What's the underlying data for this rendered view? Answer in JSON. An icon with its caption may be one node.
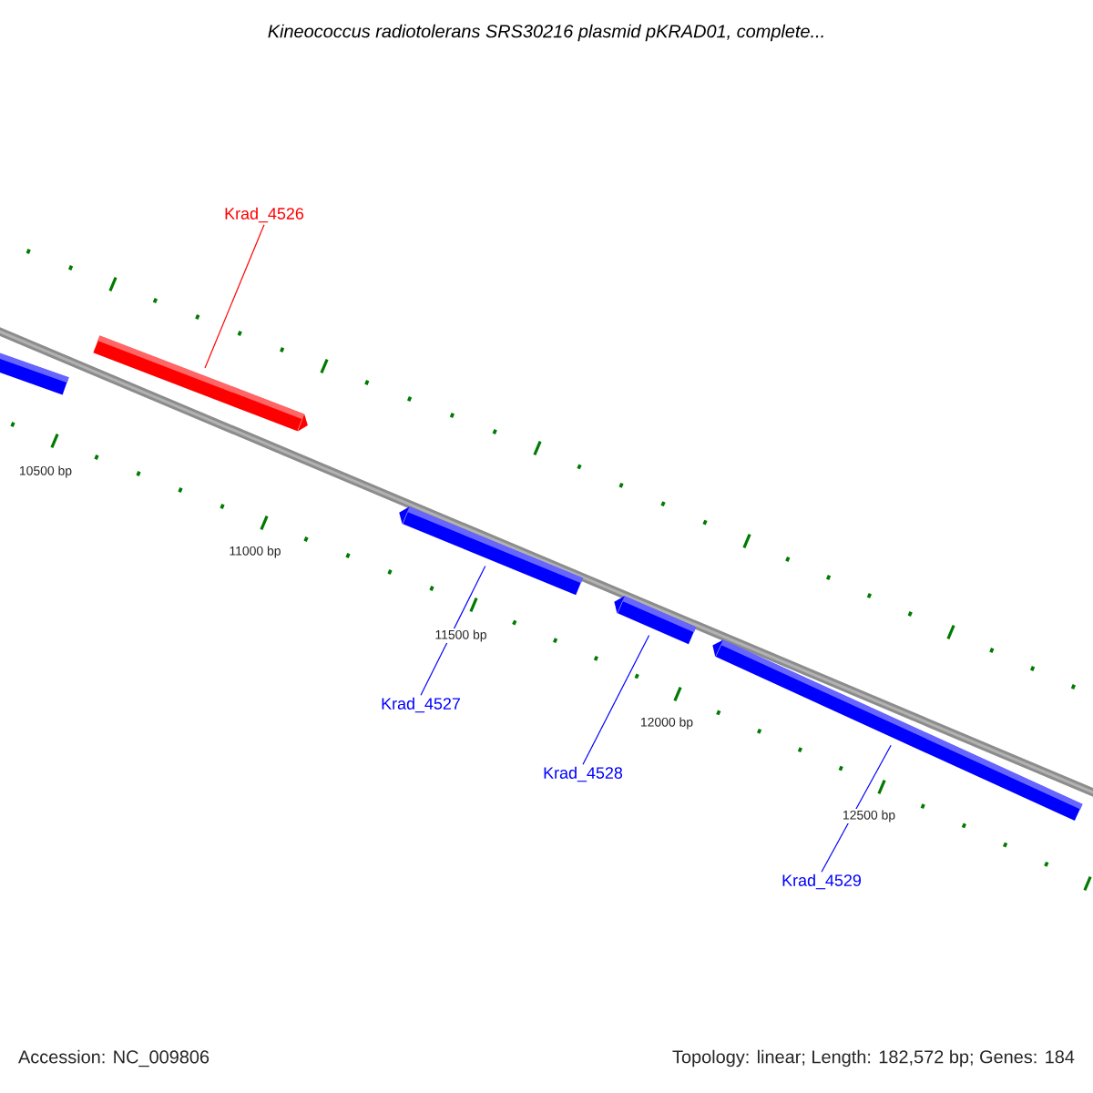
{
  "diagram": {
    "title": "Kineococcus radiotolerans SRS30216 plasmid pKRAD01, complete...",
    "nodes": [
      {
        "text": [],
        "shape": "bar"
      },
      {
        "text": [
          "Krad_4526"
        ]
      },
      {
        "text": [],
        "shape": "bar"
      },
      {
        "text": [],
        "shape": "bar"
      },
      {
        "text": [
          "Krad_4527"
        ]
      },
      {
        "text": [],
        "shape": "bar"
      },
      {
        "text": [
          "Krad_4528"
        ]
      },
      {
        "text": [],
        "shape": "bar"
      },
      {
        "text": [
          "Krad_4529"
        ]
      }
    ],
    "edges": [
      {
        "from": 1,
        "to": 2,
        "arrow": "none",
        "color": "#ff0000"
      },
      {
        "from": 4,
        "to": 3,
        "arrow": "none"
      },
      {
        "from": 6,
        "to": 5,
        "arrow": "none"
      },
      {
        "from": 8,
        "to": 7,
        "arrow": "none"
      }
    ],
    "labels": [
      "10500 bp",
      "11000 bp",
      "11500 bp",
      "12000 bp",
      "12500 bp",
      "Accession: NC_009806",
      "Topology: linear; Length: 182,572 bp; Genes: 184"
    ]
  }
}
